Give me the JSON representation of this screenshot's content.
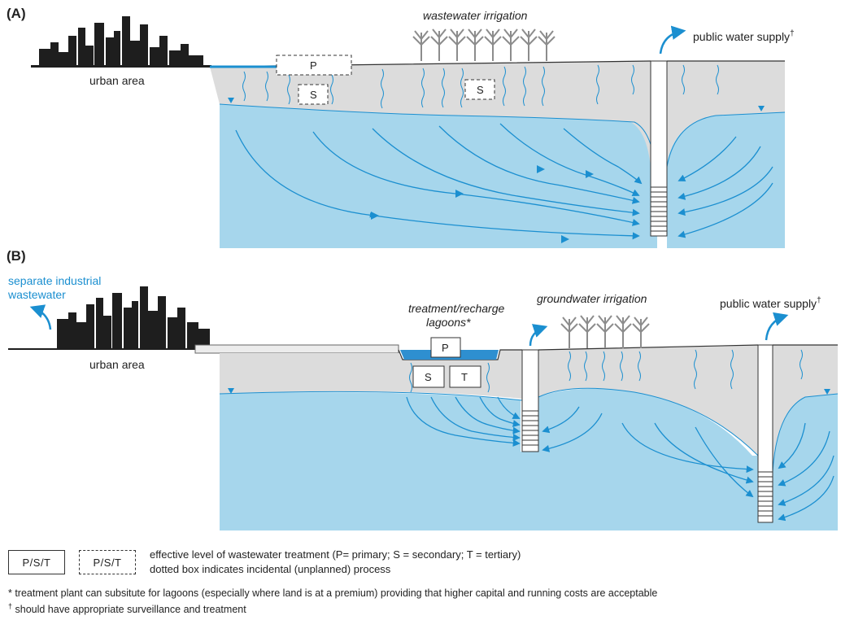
{
  "panelA": {
    "label": "(A)",
    "urban": "urban area",
    "irrigation": "wastewater irrigation",
    "supply": "public water supply",
    "dagger": "†",
    "boxP": "P",
    "boxS1": "S",
    "boxS2": "S"
  },
  "panelB": {
    "label": "(B)",
    "industrial_line1": "separate industrial",
    "industrial_line2": "wastewater",
    "urban": "urban area",
    "lagoons_line1": "treatment/recharge",
    "lagoons_line2": "lagoons*",
    "irrigation": "groundwater irrigation",
    "supply": "public water supply",
    "dagger": "†",
    "boxP": "P",
    "boxS": "S",
    "boxT": "T"
  },
  "legend": {
    "solid_box": "P/S/T",
    "dashed_box": "P/S/T",
    "line1": "effective level of wastewater treatment (P= primary; S = secondary; T = tertiary)",
    "line2": "dotted box indicates incidental (unplanned) process"
  },
  "footnotes": {
    "star": "* treatment plant can subsitute for lagoons (especially where land is at a premium) providing that higher capital and running costs are acceptable",
    "dagger_mark": "†",
    "dagger_text": " should have appropriate surveillance and treatment"
  },
  "colors": {
    "groundwater": "#a6d6ec",
    "unsaturated": "#dcdcdc",
    "flow": "#1b8fd0",
    "lagoon": "#2e8fd0"
  }
}
